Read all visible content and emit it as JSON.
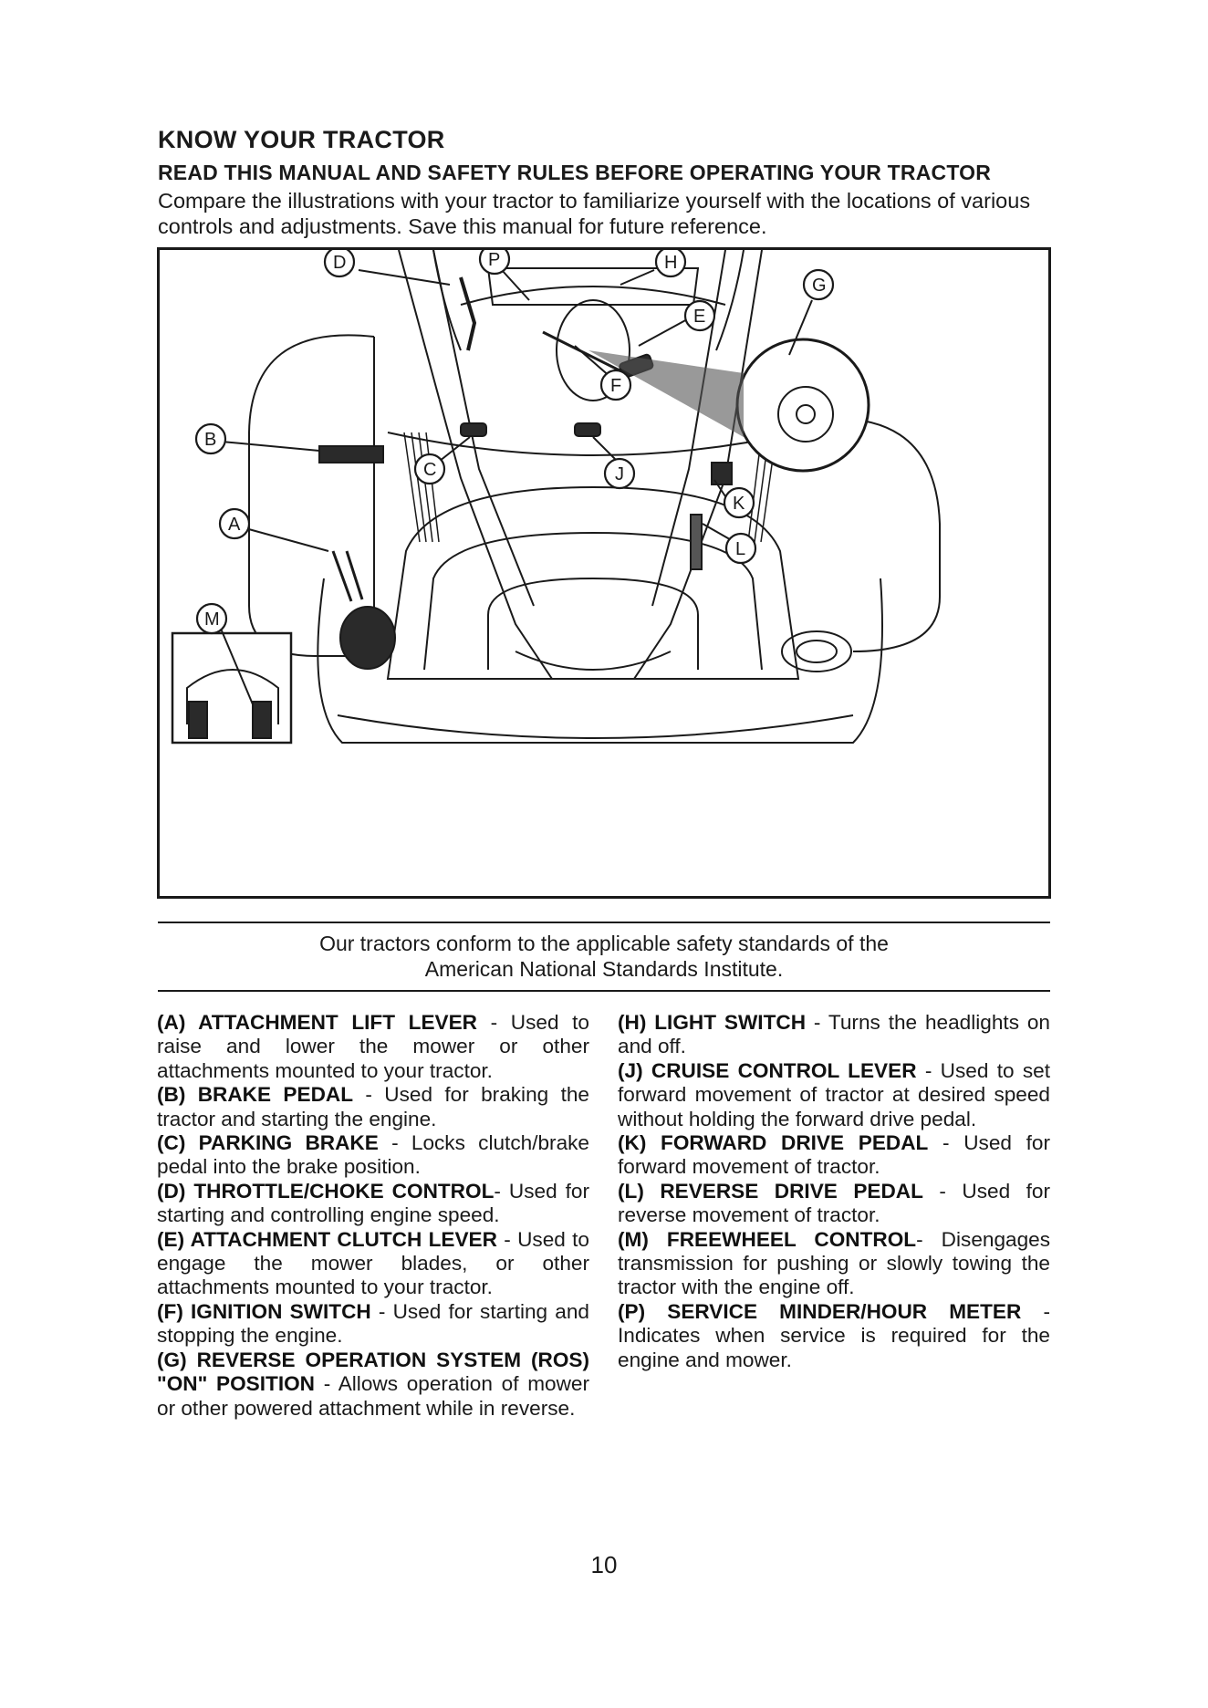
{
  "header": {
    "title": "KNOW YOUR TRACTOR",
    "subtitle": "READ THIS MANUAL AND SAFETY RULES BEFORE OPERATING YOUR TRACTOR",
    "intro": "Compare the illustrations with your tractor to familiarize yourself with the locations of various controls and adjustments. Save this manual for future reference."
  },
  "figure": {
    "callouts": [
      "D",
      "P",
      "H",
      "E",
      "G",
      "F",
      "B",
      "C",
      "J",
      "K",
      "A",
      "L",
      "M"
    ]
  },
  "conformity": {
    "line1": "Our tractors conform to the applicable safety standards of the",
    "line2": "American National Standards Institute."
  },
  "descriptions": {
    "left": [
      {
        "term": "(A) ATTACHMENT LIFT LEVER",
        "text": " - Used to raise and lower the mower or other attachments mounted to your tractor."
      },
      {
        "term": "(B) BRAKE PEDAL",
        "text": " - Used for braking the tractor and starting the engine."
      },
      {
        "term": "(C) PARKING BRAKE",
        "text": " - Locks clutch/brake pedal into the brake position."
      },
      {
        "term": "(D) THROTTLE/CHOKE CONTROL",
        "text": "- Used for starting and controlling engine speed."
      },
      {
        "term": "(E) ATTACHMENT CLUTCH LEVER",
        "text": " - Used to engage the mower blades, or other attachments mounted to your tractor."
      },
      {
        "term": "(F) IGNITION SWITCH",
        "text": " - Used for starting and stopping the engine."
      },
      {
        "term": "(G) REVERSE OPERATION SYSTEM (ROS) \"ON\" POSITION",
        "text": " - Allows operation of mower or other powered attachment while in reverse."
      }
    ],
    "right": [
      {
        "term": "(H) LIGHT SWITCH",
        "text": " - Turns the headlights on and off."
      },
      {
        "term": "(J) CRUISE CONTROL LEVER",
        "text": " - Used to set forward movement of tractor at desired speed without holding the forward drive pedal."
      },
      {
        "term": "(K) FORWARD DRIVE PEDAL",
        "text": " - Used for forward movement of tractor."
      },
      {
        "term": "(L) REVERSE DRIVE PEDAL",
        "text": " - Used for reverse movement of tractor."
      },
      {
        "term": "(M) FREEWHEEL CONTROL",
        "text": "- Disengages transmission for pushing or slowly towing the tractor with the engine off."
      },
      {
        "term": "(P) SERVICE MINDER/HOUR METER",
        "text": " - Indicates when service is required for the engine and mower."
      }
    ]
  },
  "footer": {
    "page_number": "10"
  }
}
